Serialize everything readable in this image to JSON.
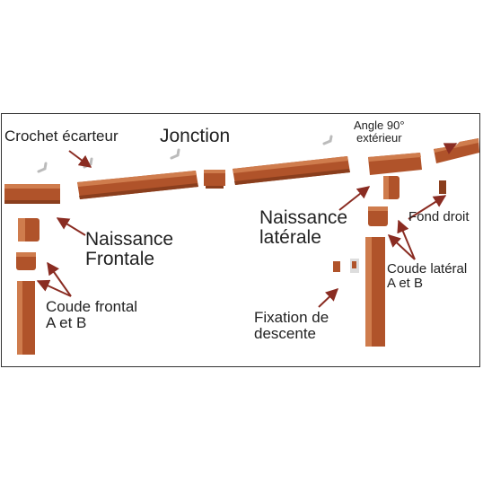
{
  "colors": {
    "copper": "#b0532a",
    "copper_dark": "#8a3e1d",
    "copper_light": "#cf7c4d",
    "arrow": "#8a2c22",
    "frame": "#333333",
    "label": "#222222"
  },
  "labels": {
    "crochet_ecarteur": "Crochet écarteur",
    "jonction": "Jonction",
    "angle_90_line1": "Angle 90°",
    "angle_90_line2": "extérieur",
    "naissance_frontale_line1": "Naissance",
    "naissance_frontale_line2": "Frontale",
    "naissance_laterale_line1": "Naissance",
    "naissance_laterale_line2": "latérale",
    "fond_droit": "Fond droit",
    "coude_frontal_line1": "Coude frontal",
    "coude_frontal_line2": "A et B",
    "coude_lateral_line1": "Coude latéral",
    "coude_lateral_line2": "A et B",
    "fixation_line1": "Fixation de",
    "fixation_line2": "descente"
  }
}
